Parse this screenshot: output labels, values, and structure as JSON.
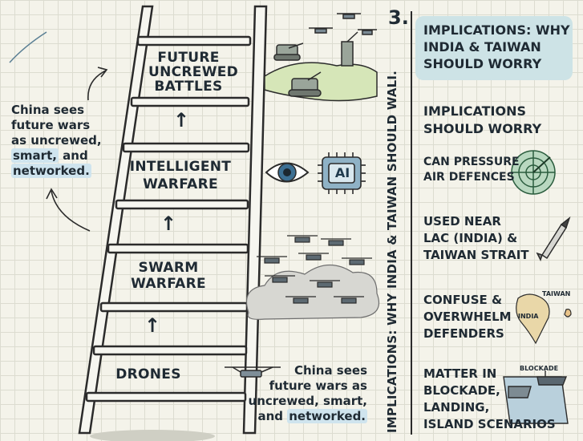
{
  "section_number": "3.",
  "ladder": {
    "rungs": [
      {
        "lines": [
          "FUTURE",
          "UNCREWED",
          "BATTLES"
        ]
      },
      {
        "lines": [
          "INTELLIGENT",
          "WARFARE"
        ]
      },
      {
        "lines": [
          "SWARM",
          "WARFARE"
        ]
      },
      {
        "lines": [
          "DRONES"
        ]
      }
    ],
    "arrow_glyph": "↑"
  },
  "left_note": {
    "line1": "China sees",
    "line2": "future wars",
    "line3": "as uncrewed,",
    "line4_a": "smart,",
    "line4_b": " and",
    "line5": "networked."
  },
  "bottom_note": {
    "line1": "China sees",
    "line2": "future wars as",
    "line3": "uncrewed, smart,",
    "line4_a": "and ",
    "line4_b": "networked."
  },
  "ai_chip_label": "AI",
  "vertical_label": "IMPLICATIONS: WHY INDIA & TAIWAN SHOULD WALI.",
  "right_panel": {
    "title_lines": [
      "IMPLICATIONS: WHY",
      "INDIA & TAIWAN",
      "SHOULD WORRY"
    ],
    "items": [
      {
        "lines": [
          "IMPLICATIONS",
          "SHOULD WORRY"
        ]
      },
      {
        "lines": [
          "CAN PRESSURE",
          "AIR DEFENCES"
        ]
      },
      {
        "lines": [
          "USED NEAR",
          "LAC (INDIA) &",
          "TAIWAN STRAIT"
        ]
      },
      {
        "lines": [
          "CONFUSE &",
          "OVERWHELM",
          "DEFENDERS"
        ]
      },
      {
        "lines": [
          "MATTER IN",
          "BLOCKADE,",
          "LANDING,",
          "ISLAND SCENARIOS"
        ]
      }
    ],
    "map_labels": {
      "taiwan": "TAIWAN",
      "india": "INDIA"
    },
    "blockade_label": "BLOCKADE"
  }
}
